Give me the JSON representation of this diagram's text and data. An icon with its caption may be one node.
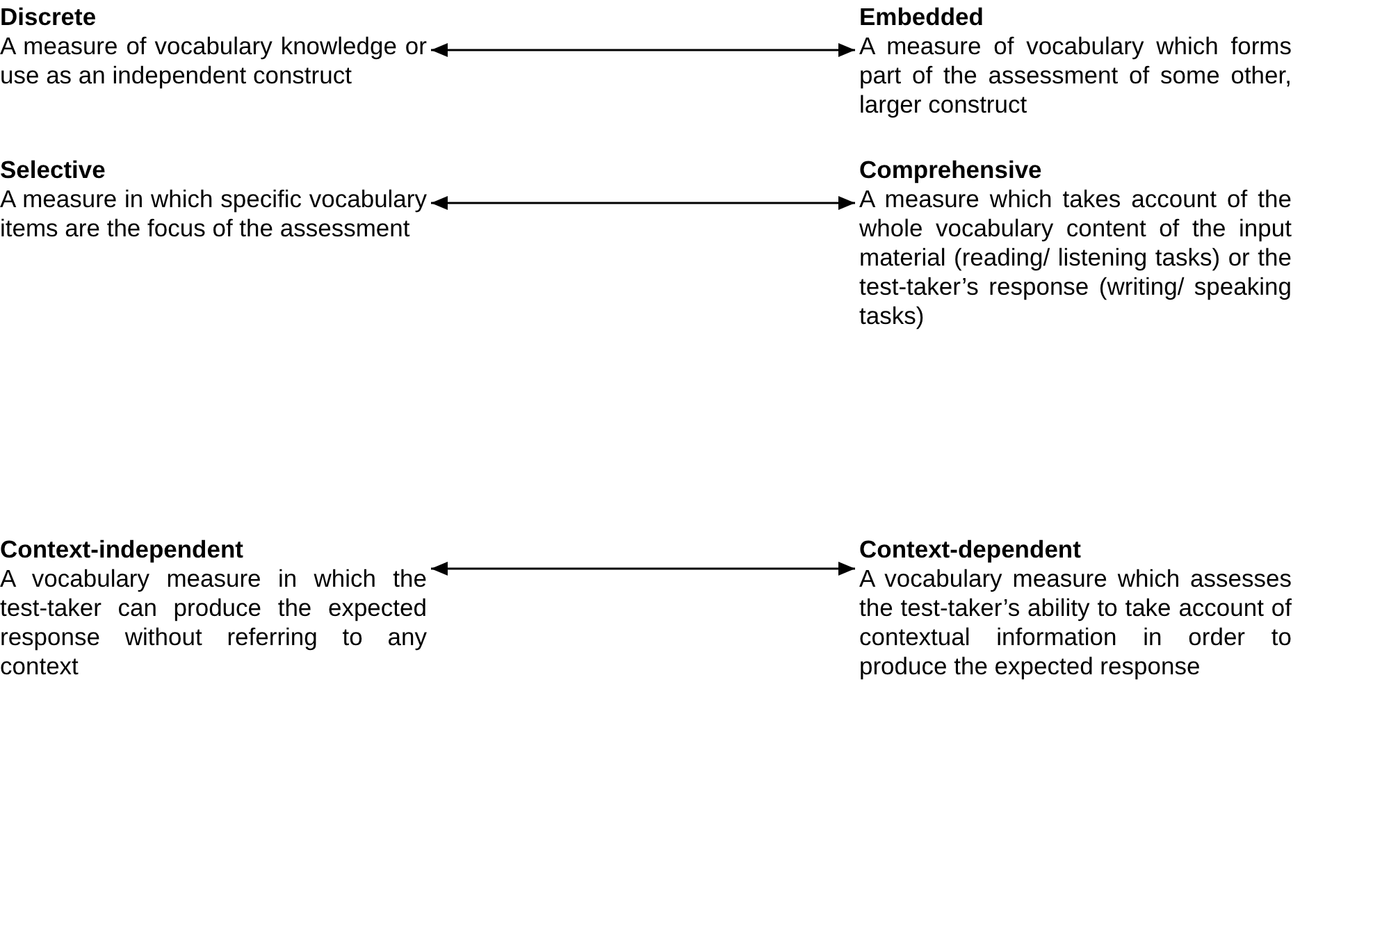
{
  "diagram": {
    "nodes": [
      {
        "text": [
          "Discrete",
          "A measure of vocabulary knowledge or use as an independent construct"
        ]
      },
      {
        "text": [
          "Embedded",
          "A measure of vocabulary which forms part of the assessment of some other, larger construct"
        ]
      },
      {
        "text": [
          "Selective",
          "A measure in which specific vocabulary items are the focus of the assessment"
        ]
      },
      {
        "text": [
          "Comprehensive",
          "A measure which takes account of the whole vocabulary content of the input material (reading/ listening tasks) or the test-taker’s response (writing/ speaking tasks)"
        ]
      },
      {
        "text": [
          "Context-independent",
          "A vocabulary measure in which the test-taker can produce the expected response without referring to any context"
        ]
      },
      {
        "text": [
          "Context-dependent",
          "A vocabulary measure which assesses the test-taker’s ability to take account of contextual information in order to produce the expected response"
        ]
      }
    ],
    "edges": [
      {
        "from": 0,
        "to": 1,
        "arrow": "both"
      },
      {
        "from": 2,
        "to": 3,
        "arrow": "both"
      },
      {
        "from": 4,
        "to": 5,
        "arrow": "both"
      }
    ]
  }
}
